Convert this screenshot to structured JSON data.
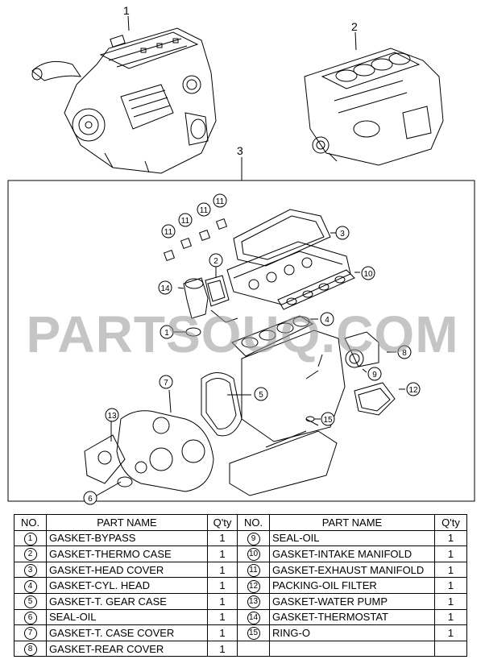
{
  "callouts": {
    "engine": "1",
    "block": "2",
    "kit": "3",
    "c1": "1",
    "c2": "2",
    "c3": "3",
    "c4": "4",
    "c5": "5",
    "c6": "6",
    "c7": "7",
    "c8": "8",
    "c9": "9",
    "c10": "10",
    "c11": "11",
    "c12": "12",
    "c13": "13",
    "c14": "14",
    "c15": "15"
  },
  "watermark": "PARTSOUQ.COM",
  "table": {
    "headers": [
      "NO.",
      "PART NAME",
      "Q'ty",
      "NO.",
      "PART NAME",
      "Q'ty"
    ],
    "left": [
      {
        "no": "1",
        "name": "GASKET-BYPASS",
        "qty": "1"
      },
      {
        "no": "2",
        "name": "GASKET-THERMO CASE",
        "qty": "1"
      },
      {
        "no": "3",
        "name": "GASKET-HEAD COVER",
        "qty": "1"
      },
      {
        "no": "4",
        "name": "GASKET-CYL. HEAD",
        "qty": "1"
      },
      {
        "no": "5",
        "name": "GASKET-T. GEAR CASE",
        "qty": "1"
      },
      {
        "no": "6",
        "name": "SEAL-OIL",
        "qty": "1"
      },
      {
        "no": "7",
        "name": "GASKET-T. CASE COVER",
        "qty": "1"
      },
      {
        "no": "8",
        "name": "GASKET-REAR COVER",
        "qty": "1"
      }
    ],
    "right": [
      {
        "no": "9",
        "name": "SEAL-OIL",
        "qty": "1"
      },
      {
        "no": "10",
        "name": "GASKET-INTAKE MANIFOLD",
        "qty": "1"
      },
      {
        "no": "11",
        "name": "GASKET-EXHAUST MANIFOLD",
        "qty": "1"
      },
      {
        "no": "12",
        "name": "PACKING-OIL FILTER",
        "qty": "1"
      },
      {
        "no": "13",
        "name": "GASKET-WATER PUMP",
        "qty": "1"
      },
      {
        "no": "14",
        "name": "GASKET-THERMOSTAT",
        "qty": "1"
      },
      {
        "no": "15",
        "name": "RING-O",
        "qty": "1"
      },
      {
        "no": "",
        "name": "",
        "qty": ""
      }
    ]
  }
}
